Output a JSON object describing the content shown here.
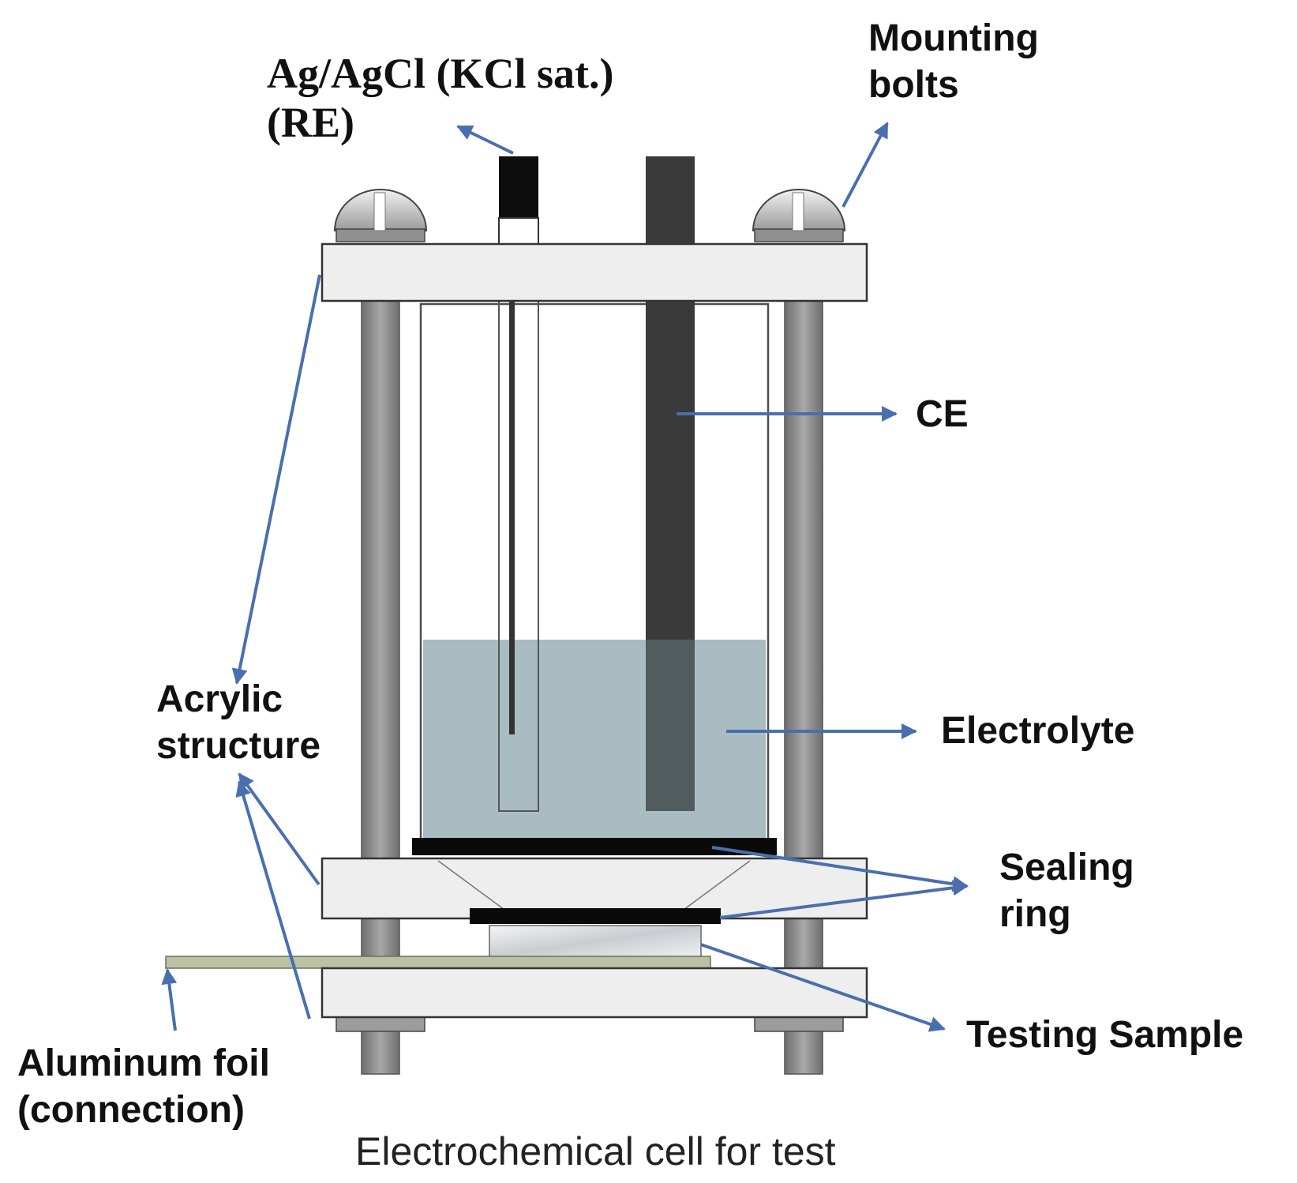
{
  "labels": {
    "reference_electrode_line1": "Ag/AgCl (KCl sat.)",
    "reference_electrode_line2": "(RE)",
    "mounting_bolts_line1": "Mounting",
    "mounting_bolts_line2": "bolts",
    "counter_electrode": "CE",
    "acrylic_structure_line1": "Acrylic",
    "acrylic_structure_line2": "structure",
    "electrolyte": "Electrolyte",
    "sealing_ring_line1": "Sealing",
    "sealing_ring_line2": "ring",
    "testing_sample": "Testing Sample",
    "aluminum_foil_line1": "Aluminum foil",
    "aluminum_foil_line2": "(connection)",
    "caption": "Electrochemical cell for test"
  },
  "colors": {
    "arrow": "#4a6fae",
    "electrolyte": "#a9bcc2",
    "plate": "#eeeeee",
    "plate_stroke": "#333333",
    "rod": "#8c8c8c",
    "counter_electrode": "#3a3a3a",
    "seal": "#0a0a0a",
    "foil": "#b9c2a4"
  }
}
